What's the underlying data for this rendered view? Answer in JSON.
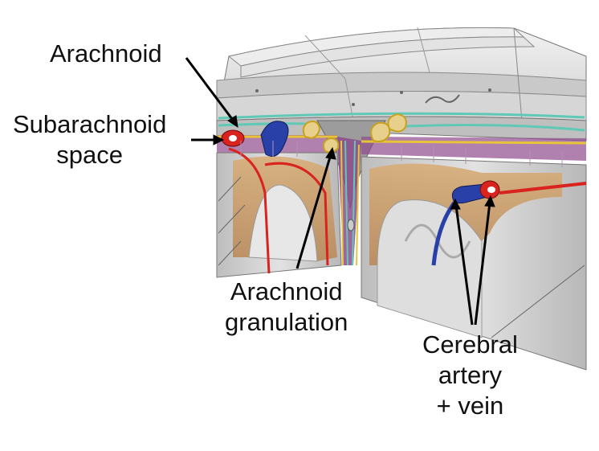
{
  "labels": {
    "arachnoid": "Arachnoid",
    "subarachnoid_line1": "Subarachnoid",
    "subarachnoid_line2": "space",
    "granulation_line1": "Arachnoid",
    "granulation_line2": "granulation",
    "cerebral_line1": "Cerebral",
    "cerebral_line2": "artery",
    "cerebral_line3": "+ vein"
  },
  "colors": {
    "bone": "#d9d9d9",
    "dura": "#c7c7c7",
    "arachnoid_membrane": "#5fc9b5",
    "pia": "#e8c43a",
    "artery": "#d8231f",
    "vein": "#2840a8",
    "gray_matter": "#c9a070",
    "brain_tissue": "#d4d4d4",
    "subarachnoid": "#8e4a8c"
  }
}
